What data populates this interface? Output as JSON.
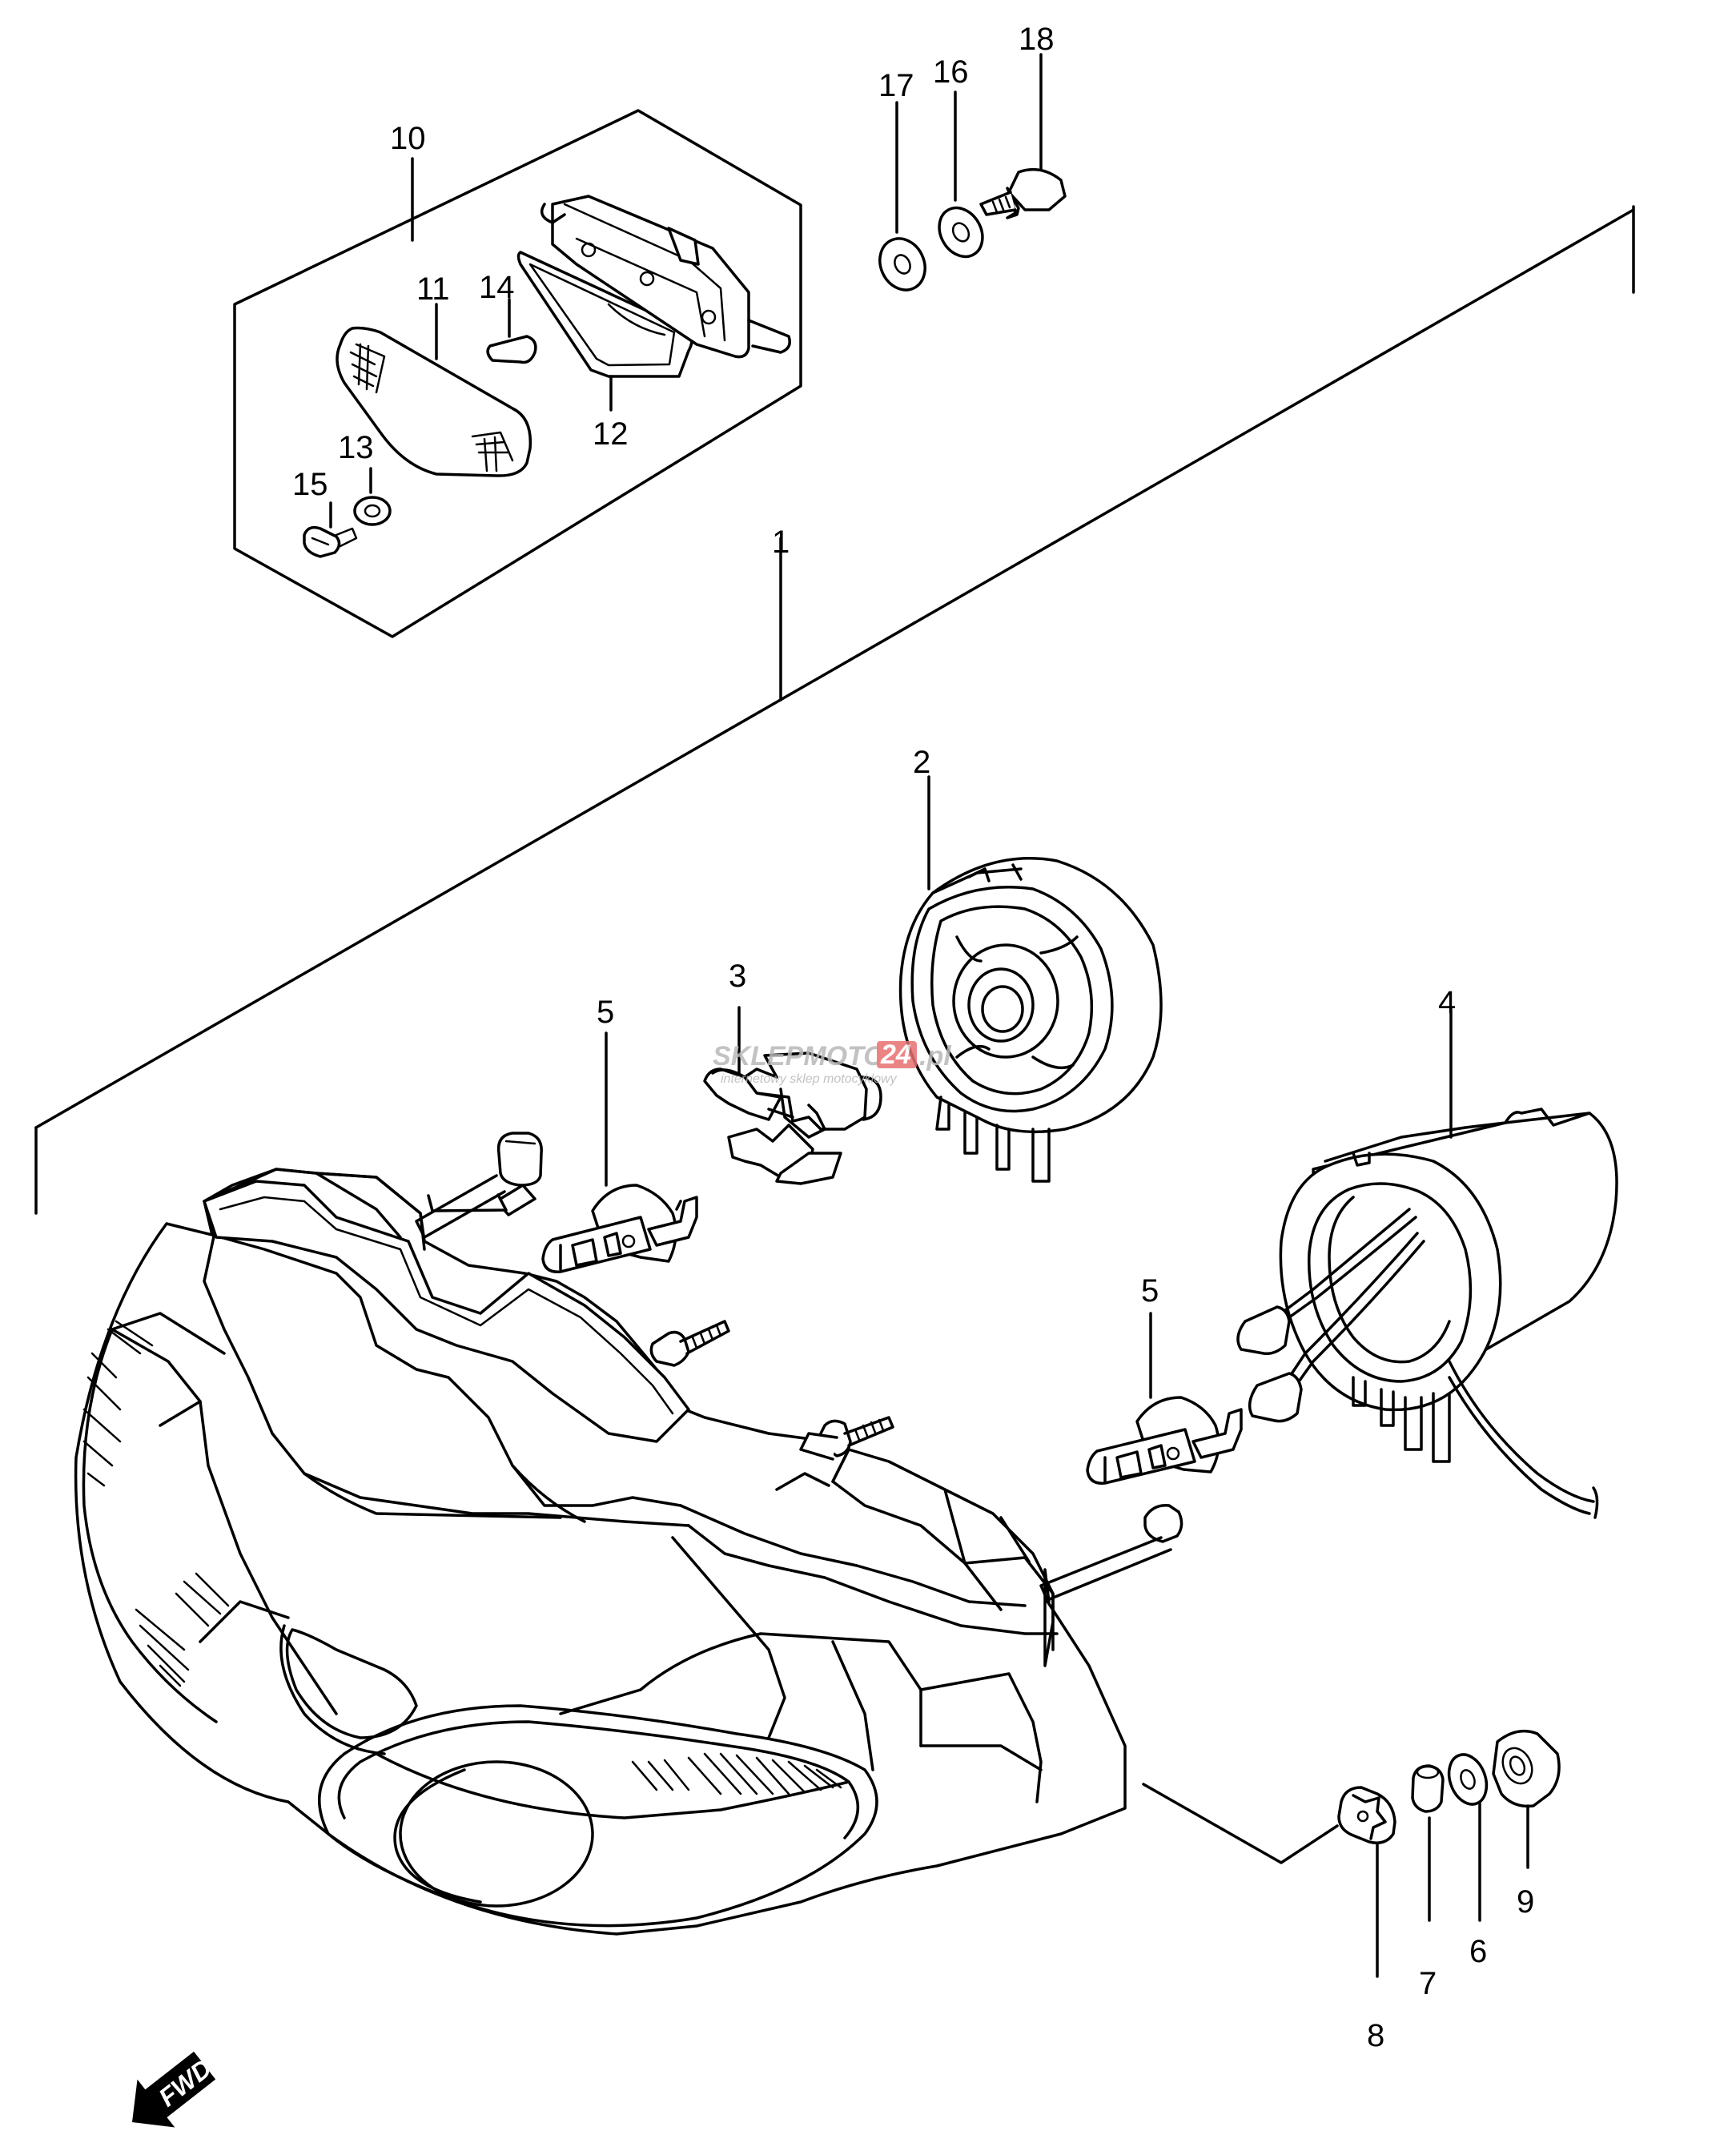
{
  "diagram": {
    "callouts": [
      "1",
      "2",
      "3",
      "4",
      "5",
      "5",
      "6",
      "7",
      "8",
      "9",
      "10",
      "11",
      "12",
      "13",
      "14",
      "15",
      "16",
      "17",
      "18"
    ],
    "fwd_label": "FWD",
    "watermark": {
      "brand": "SKLEPMOTO",
      "brand_suffix": "24",
      "tld": ".pl",
      "tagline": "internetowy sklep motocyklowy"
    },
    "colors": {
      "line": "#000000",
      "background": "#ffffff",
      "watermark_grey": "#b8b8b8",
      "watermark_red": "#e87070"
    }
  }
}
